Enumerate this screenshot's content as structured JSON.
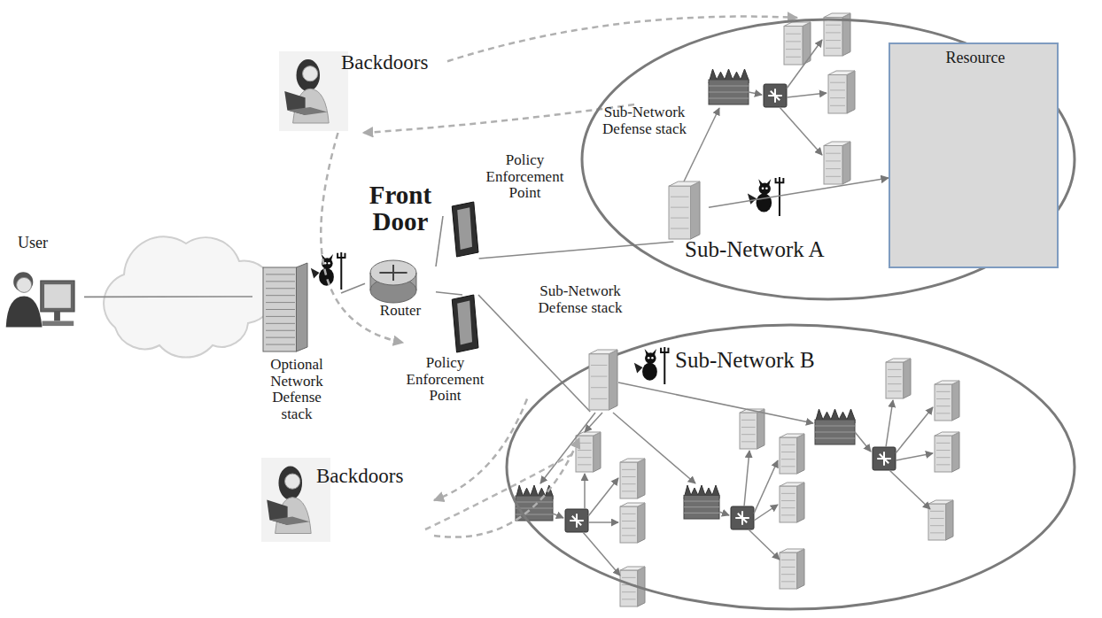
{
  "diagram": {
    "nodes": [
      {
        "text": [
          "Backdoors"
        ]
      },
      {
        "text": [
          "Sub-Network A"
        ]
      },
      {
        "text": [
          "Sub-Network Defense stack"
        ],
        "in": 1
      },
      {
        "text": [
          "Resource"
        ],
        "in": 1
      },
      {
        "text": [
          "Policy Enforcement Point"
        ]
      },
      {
        "text": [
          "Front Door",
          "Router"
        ]
      },
      {
        "text": [
          "User"
        ]
      },
      {
        "text": [
          "Optional Network Defense stack"
        ]
      },
      {
        "text": [
          "Policy Enforcement Point"
        ]
      },
      {
        "text": [
          "Sub-Network B"
        ]
      },
      {
        "text": [
          "Sub-Network Defense stack"
        ],
        "in": 9
      },
      {
        "text": [
          "Backdoors"
        ]
      }
    ],
    "edges": [
      {
        "from": 6,
        "to": 7,
        "arrow": "none"
      },
      {
        "from": 7,
        "to": 5,
        "arrow": "none"
      },
      {
        "from": 5,
        "to": 4,
        "arrow": "none"
      },
      {
        "from": 5,
        "to": 8,
        "arrow": "none"
      },
      {
        "from": 4,
        "to": 2,
        "arrow": "none"
      },
      {
        "from": 8,
        "to": 10,
        "arrow": "none"
      },
      {
        "from": 2,
        "to": 3,
        "arrow": "to"
      },
      {
        "from": 0,
        "to": 8,
        "arrow": "to"
      },
      {
        "from": 0,
        "to": 1,
        "arrow": "to"
      },
      {
        "from": 2,
        "to": 0,
        "arrow": "to"
      },
      {
        "from": 10,
        "to": 11,
        "arrow": "to"
      },
      {
        "from": 11,
        "to": 9,
        "arrow": "to"
      }
    ]
  }
}
